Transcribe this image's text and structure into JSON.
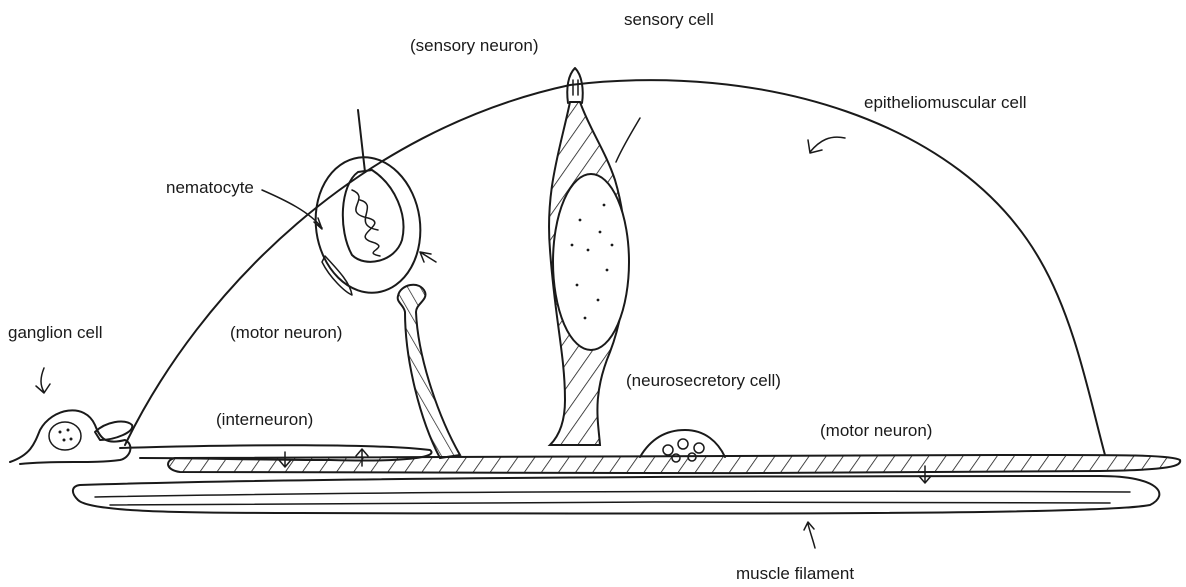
{
  "diagram": {
    "labels": {
      "sensory_cell": "sensory cell",
      "sensory_neuron": "(sensory neuron)",
      "epitheliomuscular_cell": "epitheliomuscular cell",
      "nematocyte": "nematocyte",
      "motor_neuron_left": "(motor neuron)",
      "ganglion_cell": "ganglion cell",
      "interneuron": "(interneuron)",
      "neurosecretory_cell": "(neurosecretory cell)",
      "motor_neuron_right": "(motor neuron)",
      "muscle_filament": "muscle filament"
    },
    "colors": {
      "ink": "#1a1a1a",
      "background": "#ffffff"
    }
  }
}
